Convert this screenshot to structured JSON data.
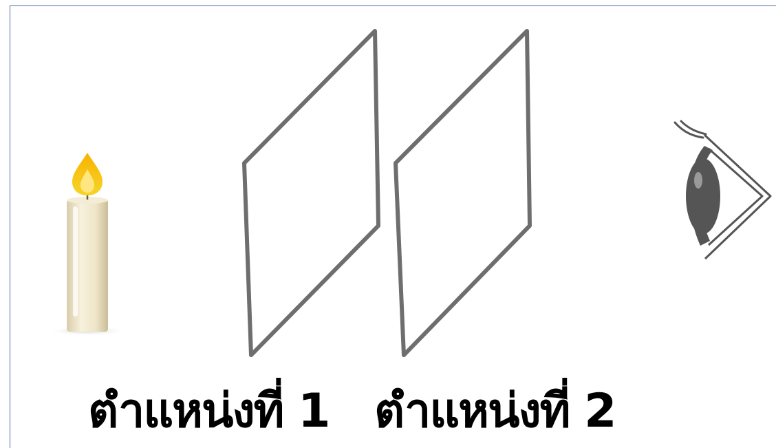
{
  "labels": {
    "position_1": "ตำแหน่งที่ 1",
    "position_2": "ตำแหน่งที่ 2"
  },
  "objects": {
    "light_source": "candle-icon",
    "screen_1": "card-1",
    "screen_2": "card-2",
    "observer": "eye-icon"
  },
  "colors": {
    "frame_border": "#4a6da8",
    "card_stroke": "#6e6e6e",
    "eye_fill": "#555555",
    "flame_outer": "#f5c518",
    "flame_inner": "#ffe680",
    "candle_body": "#efe6c8"
  }
}
